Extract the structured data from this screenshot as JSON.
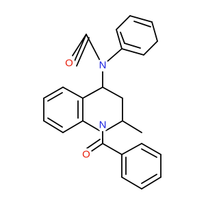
{
  "colors": {
    "bond": "#000000",
    "oxygen": "#e8200e",
    "nitrogen": "#1a22e0",
    "background": "#ffffff"
  },
  "molecule": {
    "atom_labels": {
      "o_acetyl": "O",
      "n_amide": "N",
      "n_ring": "N",
      "o_benzoyl": "O"
    }
  }
}
